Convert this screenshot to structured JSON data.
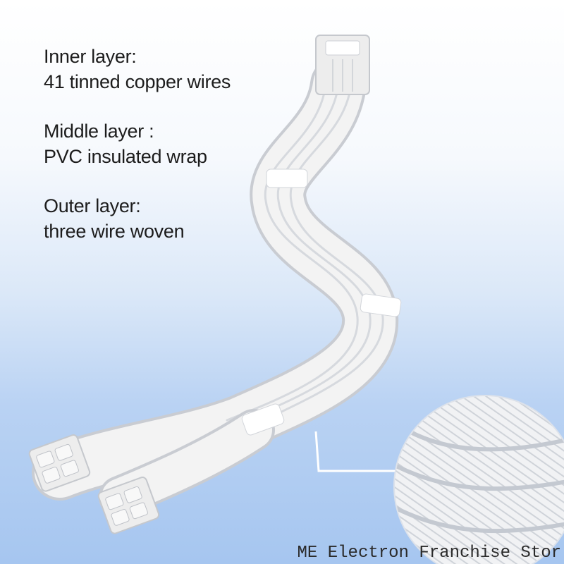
{
  "layers": [
    {
      "title": "Inner layer:",
      "description": "41 tinned copper wires"
    },
    {
      "title": "Middle layer :",
      "description": "PVC insulated wrap"
    },
    {
      "title": "Outer layer:",
      "description": "three wire woven"
    }
  ],
  "watermark": "ME Electron Franchise Stor",
  "colors": {
    "cable": "#f3f3f3",
    "cable_shadow": "#c9ccd2",
    "connector": "#ededed",
    "background_top": "#ffffff",
    "background_bottom": "#a6c6f0",
    "text": "#1c1c1c"
  },
  "icons": [
    "cable-image",
    "connector-8pin",
    "connector-4pin",
    "cable-comb",
    "braid-closeup"
  ]
}
